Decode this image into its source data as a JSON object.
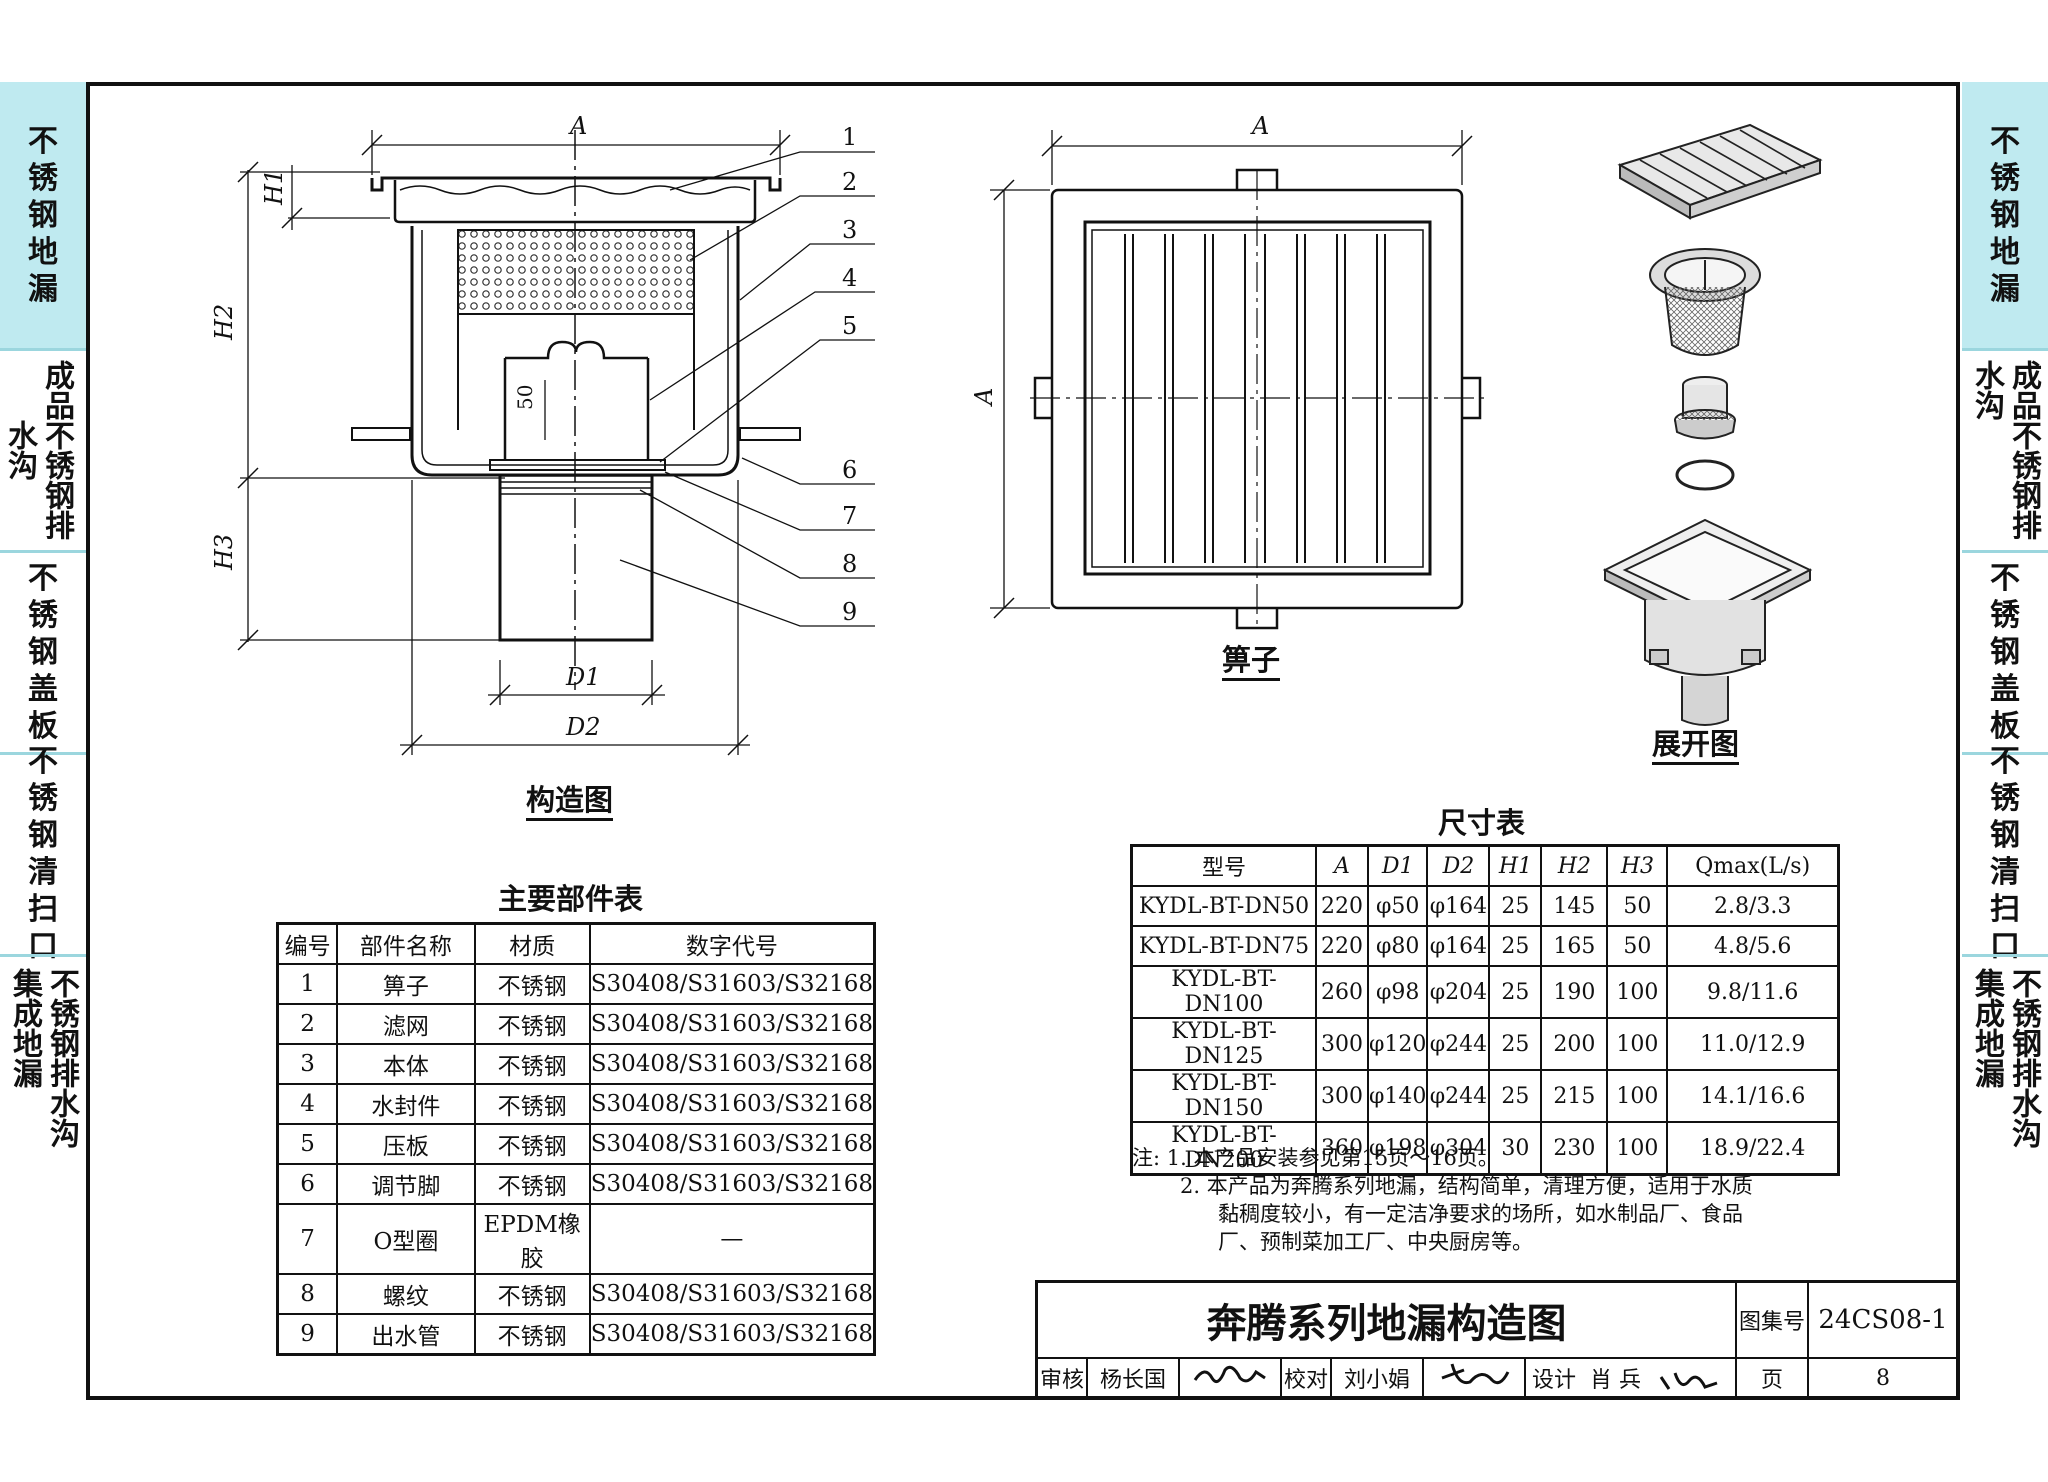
{
  "left_tabs": [
    {
      "label": "不锈钢地漏",
      "active": true
    },
    {
      "label": "成品不锈钢排水沟",
      "active": false
    },
    {
      "label": "不锈钢盖板",
      "active": false
    },
    {
      "label": "不锈钢清扫口",
      "active": false
    },
    {
      "label": "不锈钢排水沟集成地漏",
      "active": false
    }
  ],
  "right_tabs": [
    {
      "label": "不锈钢地漏",
      "active": true
    },
    {
      "label": "成品不锈钢排水沟",
      "active": false
    },
    {
      "label": "不锈钢盖板",
      "active": false
    },
    {
      "label": "不锈钢清扫口",
      "active": false
    },
    {
      "label": "不锈钢排水沟集成地漏",
      "active": false
    }
  ],
  "section_view": {
    "caption": "构造图",
    "dim_labels": {
      "A": "A",
      "H1": "H1",
      "H2": "H2",
      "H3": "H3",
      "D1": "D1",
      "D2": "D2",
      "fifty": "50"
    },
    "callouts": [
      "1",
      "2",
      "3",
      "4",
      "5",
      "6",
      "7",
      "8",
      "9"
    ]
  },
  "grate_view": {
    "caption": "箅子",
    "dim_A_top": "A",
    "dim_A_left": "A"
  },
  "exploded_view": {
    "caption": "展开图"
  },
  "parts_table": {
    "title": "主要部件表",
    "headers": [
      "编号",
      "部件名称",
      "材质",
      "数字代号"
    ],
    "rows": [
      [
        "1",
        "箅子",
        "不锈钢",
        "S30408/S31603/S32168"
      ],
      [
        "2",
        "滤网",
        "不锈钢",
        "S30408/S31603/S32168"
      ],
      [
        "3",
        "本体",
        "不锈钢",
        "S30408/S31603/S32168"
      ],
      [
        "4",
        "水封件",
        "不锈钢",
        "S30408/S31603/S32168"
      ],
      [
        "5",
        "压板",
        "不锈钢",
        "S30408/S31603/S32168"
      ],
      [
        "6",
        "调节脚",
        "不锈钢",
        "S30408/S31603/S32168"
      ],
      [
        "7",
        "O型圈",
        "EPDM橡胶",
        "—"
      ],
      [
        "8",
        "螺纹",
        "不锈钢",
        "S30408/S31603/S32168"
      ],
      [
        "9",
        "出水管",
        "不锈钢",
        "S30408/S31603/S32168"
      ]
    ]
  },
  "dims_table": {
    "title": "尺寸表",
    "headers": [
      "型号",
      "A",
      "D1",
      "D2",
      "H1",
      "H2",
      "H3",
      "Qmax(L/s)"
    ],
    "rows": [
      [
        "KYDL-BT-DN50",
        "220",
        "φ50",
        "φ164",
        "25",
        "145",
        "50",
        "2.8/3.3"
      ],
      [
        "KYDL-BT-DN75",
        "220",
        "φ80",
        "φ164",
        "25",
        "165",
        "50",
        "4.8/5.6"
      ],
      [
        "KYDL-BT-DN100",
        "260",
        "φ98",
        "φ204",
        "25",
        "190",
        "100",
        "9.8/11.6"
      ],
      [
        "KYDL-BT-DN125",
        "300",
        "φ120",
        "φ244",
        "25",
        "200",
        "100",
        "11.0/12.9"
      ],
      [
        "KYDL-BT-DN150",
        "300",
        "φ140",
        "φ244",
        "25",
        "215",
        "100",
        "14.1/16.6"
      ],
      [
        "KYDL-BT-DN200",
        "360",
        "φ198",
        "φ304",
        "30",
        "230",
        "100",
        "18.9/22.4"
      ]
    ]
  },
  "notes": {
    "prefix": "注:",
    "items": [
      "1. 本产品安装参见第15页～16页。",
      "2. 本产品为奔腾系列地漏，结构简单，清理方便，适用于水质",
      "黏稠度较小，有一定洁净要求的场所，如水制品厂、食品",
      "厂、预制菜加工厂、中央厨房等。"
    ]
  },
  "title_block": {
    "drawing_title": "奔腾系列地漏构造图",
    "atlas_label": "图集号",
    "atlas_no": "24CS08-1",
    "review_label": "审核",
    "reviewer": "杨长国",
    "check_label": "校对",
    "checker": "刘小娟",
    "design_label": "设计",
    "designer": "肖 兵",
    "page_label": "页",
    "page_no": "8"
  }
}
